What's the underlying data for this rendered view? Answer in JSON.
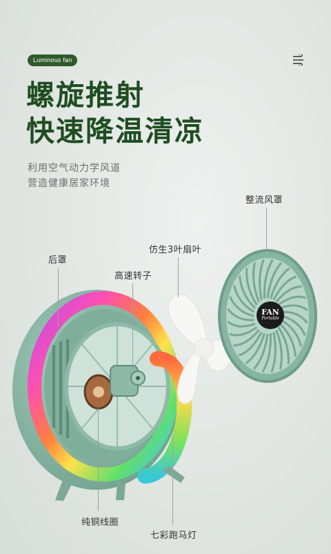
{
  "brand": {
    "badge_label": "Luminous fan"
  },
  "header": {
    "menu_icon": "menu-wind-icon"
  },
  "headline": {
    "line1": "螺旋推射",
    "line2": "快速降温清凉"
  },
  "subtitle": {
    "line1": "利用空气动力学风道",
    "line2": "营造健康居家环境"
  },
  "callouts": {
    "rear_cover": "后罩",
    "rotor": "高速转子",
    "blade": "仿生3叶扇叶",
    "grille": "整流风罩",
    "coil": "纯铜线圈",
    "rgb": "七彩跑马灯"
  },
  "product": {
    "logo_main": "FAN",
    "logo_sub": "Portable",
    "body_color": "#86b5a2",
    "accent_color": "#1f4d21"
  }
}
